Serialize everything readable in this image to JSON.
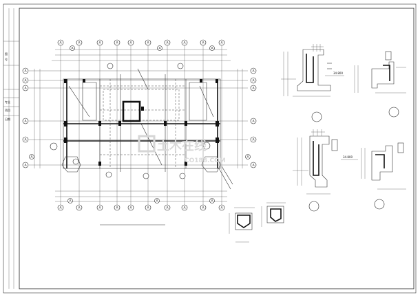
{
  "drawing": {
    "title_block_text": [
      "图",
      "号",
      "专业",
      "项目",
      "日期"
    ],
    "section_labels": [
      "34.800",
      "34.800"
    ],
    "watermark": {
      "brand": "土木在线",
      "url": "CO188.COM"
    }
  },
  "grid": {
    "top_axis": [
      "A",
      "A",
      "A",
      "A",
      "A",
      "A",
      "A",
      "A",
      "A",
      "A",
      "A",
      "A",
      "A"
    ],
    "bottom_axis": [
      "A",
      "A",
      "A",
      "A",
      "A",
      "A",
      "A",
      "A",
      "A",
      "A",
      "A",
      "A",
      "A"
    ],
    "left_axis": [
      "A",
      "A",
      "A",
      "A",
      "A",
      "A",
      "A"
    ],
    "right_axis": [
      "A",
      "A",
      "A",
      "A",
      "A",
      "A",
      "A"
    ]
  },
  "colors": {
    "line": "#222222",
    "paper": "#ffffff",
    "watermark": "#d9d9d9"
  }
}
